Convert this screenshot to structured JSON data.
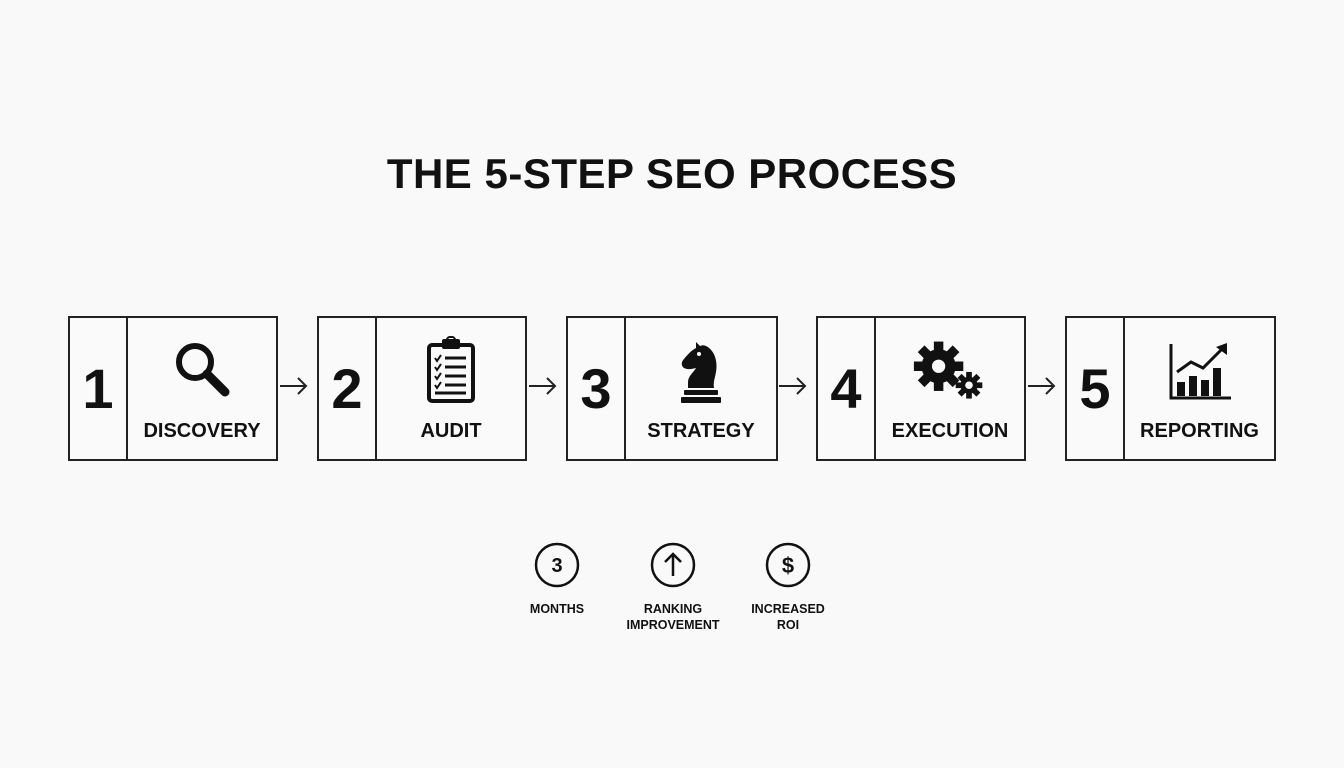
{
  "title": "THE 5-STEP SEO PROCESS",
  "steps": [
    {
      "number": "1",
      "label": "DISCOVERY",
      "icon": "magnifying-glass-icon"
    },
    {
      "number": "2",
      "label": "AUDIT",
      "icon": "clipboard-checklist-icon"
    },
    {
      "number": "3",
      "label": "STRATEGY",
      "icon": "chess-knight-icon"
    },
    {
      "number": "4",
      "label": "EXECUTION",
      "icon": "gears-icon"
    },
    {
      "number": "5",
      "label": "REPORTING",
      "icon": "growth-chart-icon"
    }
  ],
  "metrics": [
    {
      "badge": "3",
      "label_line1": "MONTHS",
      "label_line2": "",
      "icon": "circle-number-icon"
    },
    {
      "badge": "",
      "label_line1": "RANKING",
      "label_line2": "IMPROVEMENT",
      "icon": "up-arrow-circle-icon"
    },
    {
      "badge": "$",
      "label_line1": "INCREASED",
      "label_line2": "ROI",
      "icon": "dollar-circle-icon"
    }
  ],
  "colors": {
    "stroke": "#222222",
    "background": "#f9f9f9",
    "text": "#111111"
  }
}
